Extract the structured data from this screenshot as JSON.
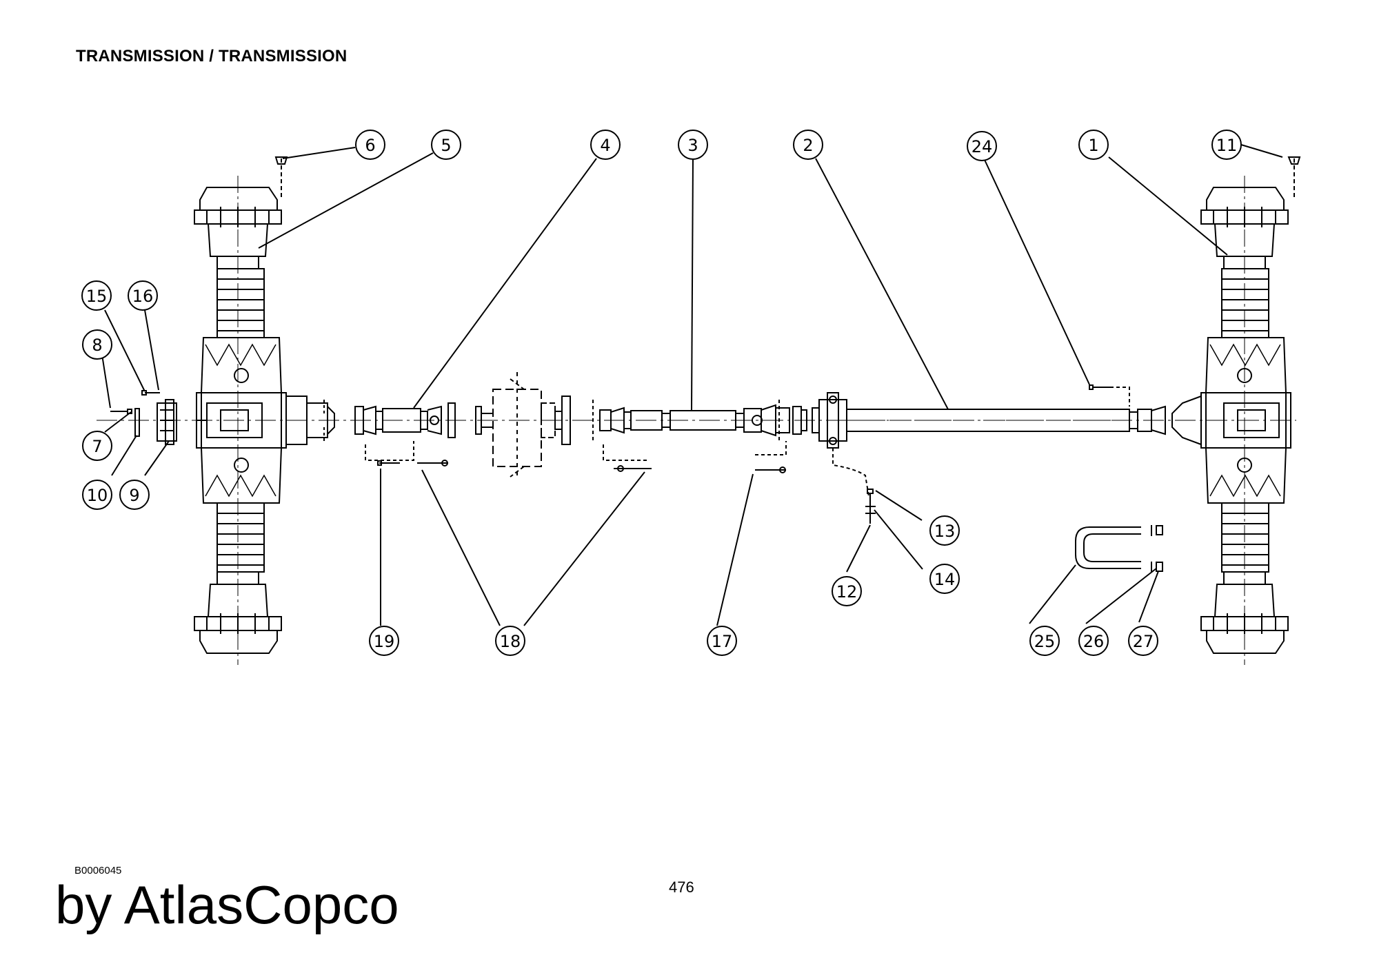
{
  "header": {
    "title": "TRANSMISSION / TRANSMISSION"
  },
  "footer": {
    "drawing_code": "B0006045",
    "brand": "by AtlasCopco",
    "page_number": "476"
  },
  "callouts": [
    {
      "id": "c1",
      "label": "1"
    },
    {
      "id": "c2",
      "label": "2"
    },
    {
      "id": "c3",
      "label": "3"
    },
    {
      "id": "c4",
      "label": "4"
    },
    {
      "id": "c5",
      "label": "5"
    },
    {
      "id": "c6",
      "label": "6"
    },
    {
      "id": "c7",
      "label": "7"
    },
    {
      "id": "c8",
      "label": "8"
    },
    {
      "id": "c9",
      "label": "9"
    },
    {
      "id": "c10",
      "label": "10"
    },
    {
      "id": "c11",
      "label": "11"
    },
    {
      "id": "c12",
      "label": "12"
    },
    {
      "id": "c13",
      "label": "13"
    },
    {
      "id": "c14",
      "label": "14"
    },
    {
      "id": "c15",
      "label": "15"
    },
    {
      "id": "c16",
      "label": "16"
    },
    {
      "id": "c17",
      "label": "17"
    },
    {
      "id": "c18",
      "label": "18"
    },
    {
      "id": "c19",
      "label": "19"
    },
    {
      "id": "c24",
      "label": "24"
    },
    {
      "id": "c25",
      "label": "25"
    },
    {
      "id": "c26",
      "label": "26"
    },
    {
      "id": "c27",
      "label": "27"
    }
  ]
}
